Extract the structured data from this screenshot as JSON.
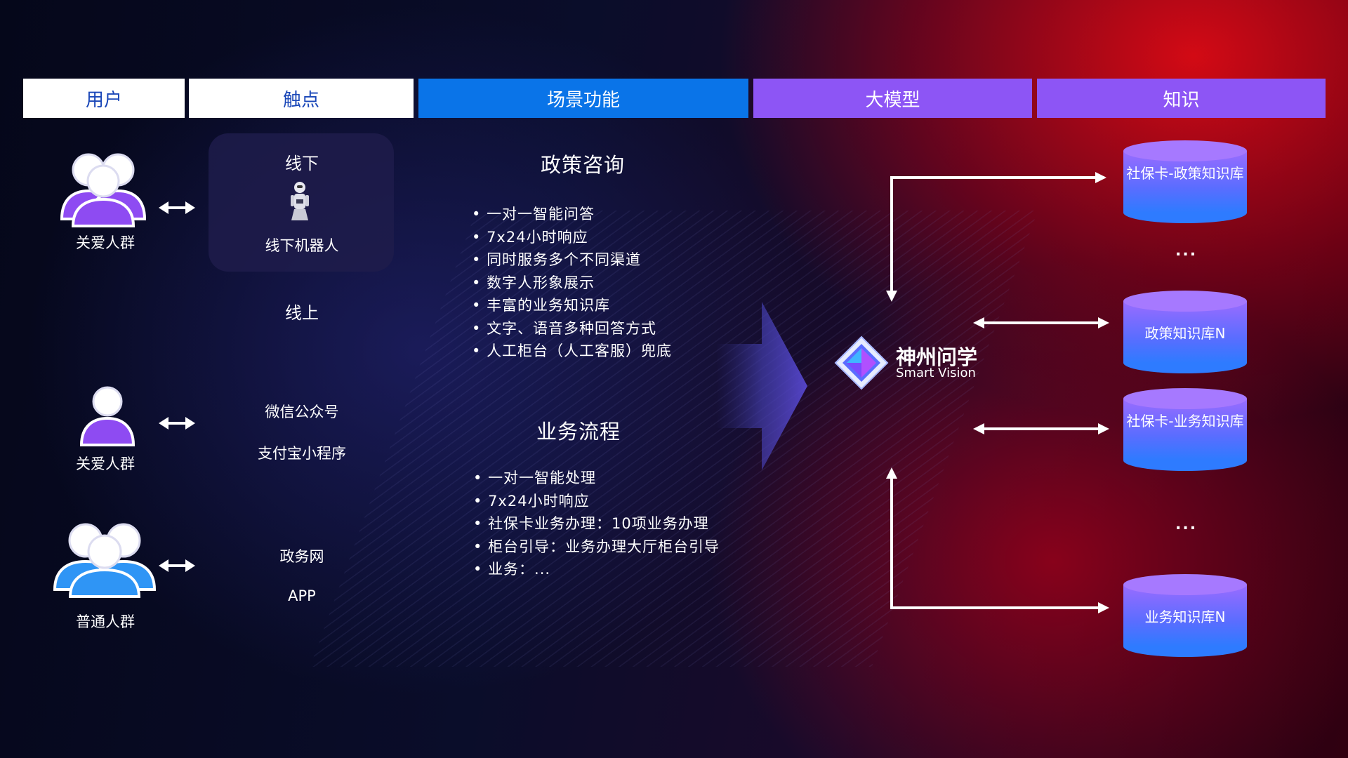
{
  "header": {
    "user": "用户",
    "touchpoint": "触点",
    "scene": "场景功能",
    "model": "大模型",
    "knowledge": "知识"
  },
  "users": {
    "group1": "关爱人群",
    "group2": "关爱人群",
    "group3": "普通人群"
  },
  "touchpoints": {
    "offline_title": "线下",
    "offline_robot": "线下机器人",
    "online_title": "线上",
    "wechat": "微信公众号",
    "alipay": "支付宝小程序",
    "gov_web": "政务网",
    "app": "APP"
  },
  "scenes": {
    "policy": {
      "title": "政策咨询",
      "items": [
        "一对一智能问答",
        "7x24小时响应",
        "同时服务多个不同渠道",
        "数字人形象展示",
        "丰富的业务知识库",
        "文字、语音多种回答方式",
        "人工柜台（人工客服）兜底"
      ]
    },
    "process": {
      "title": "业务流程",
      "items": [
        "一对一智能处理",
        "7x24小时响应",
        "社保卡业务办理：10项业务办理",
        "柜台引导：业务办理大厅柜台引导",
        "业务：..."
      ]
    }
  },
  "model": {
    "name_cn": "神州问学",
    "name_en": "Smart Vision"
  },
  "knowledge": {
    "db1": "社保卡-政策知识库",
    "db2": "政策知识库N",
    "db3": "社保卡-业务知识库",
    "db4": "业务知识库N",
    "dots1": "...",
    "dots2": "..."
  },
  "colors": {
    "header_white": "#ffffff",
    "header_blue": "#0a74e8",
    "header_purple": "#8d55f5",
    "person_purple": "#8e4bf2",
    "person_blue": "#2f95f5"
  }
}
